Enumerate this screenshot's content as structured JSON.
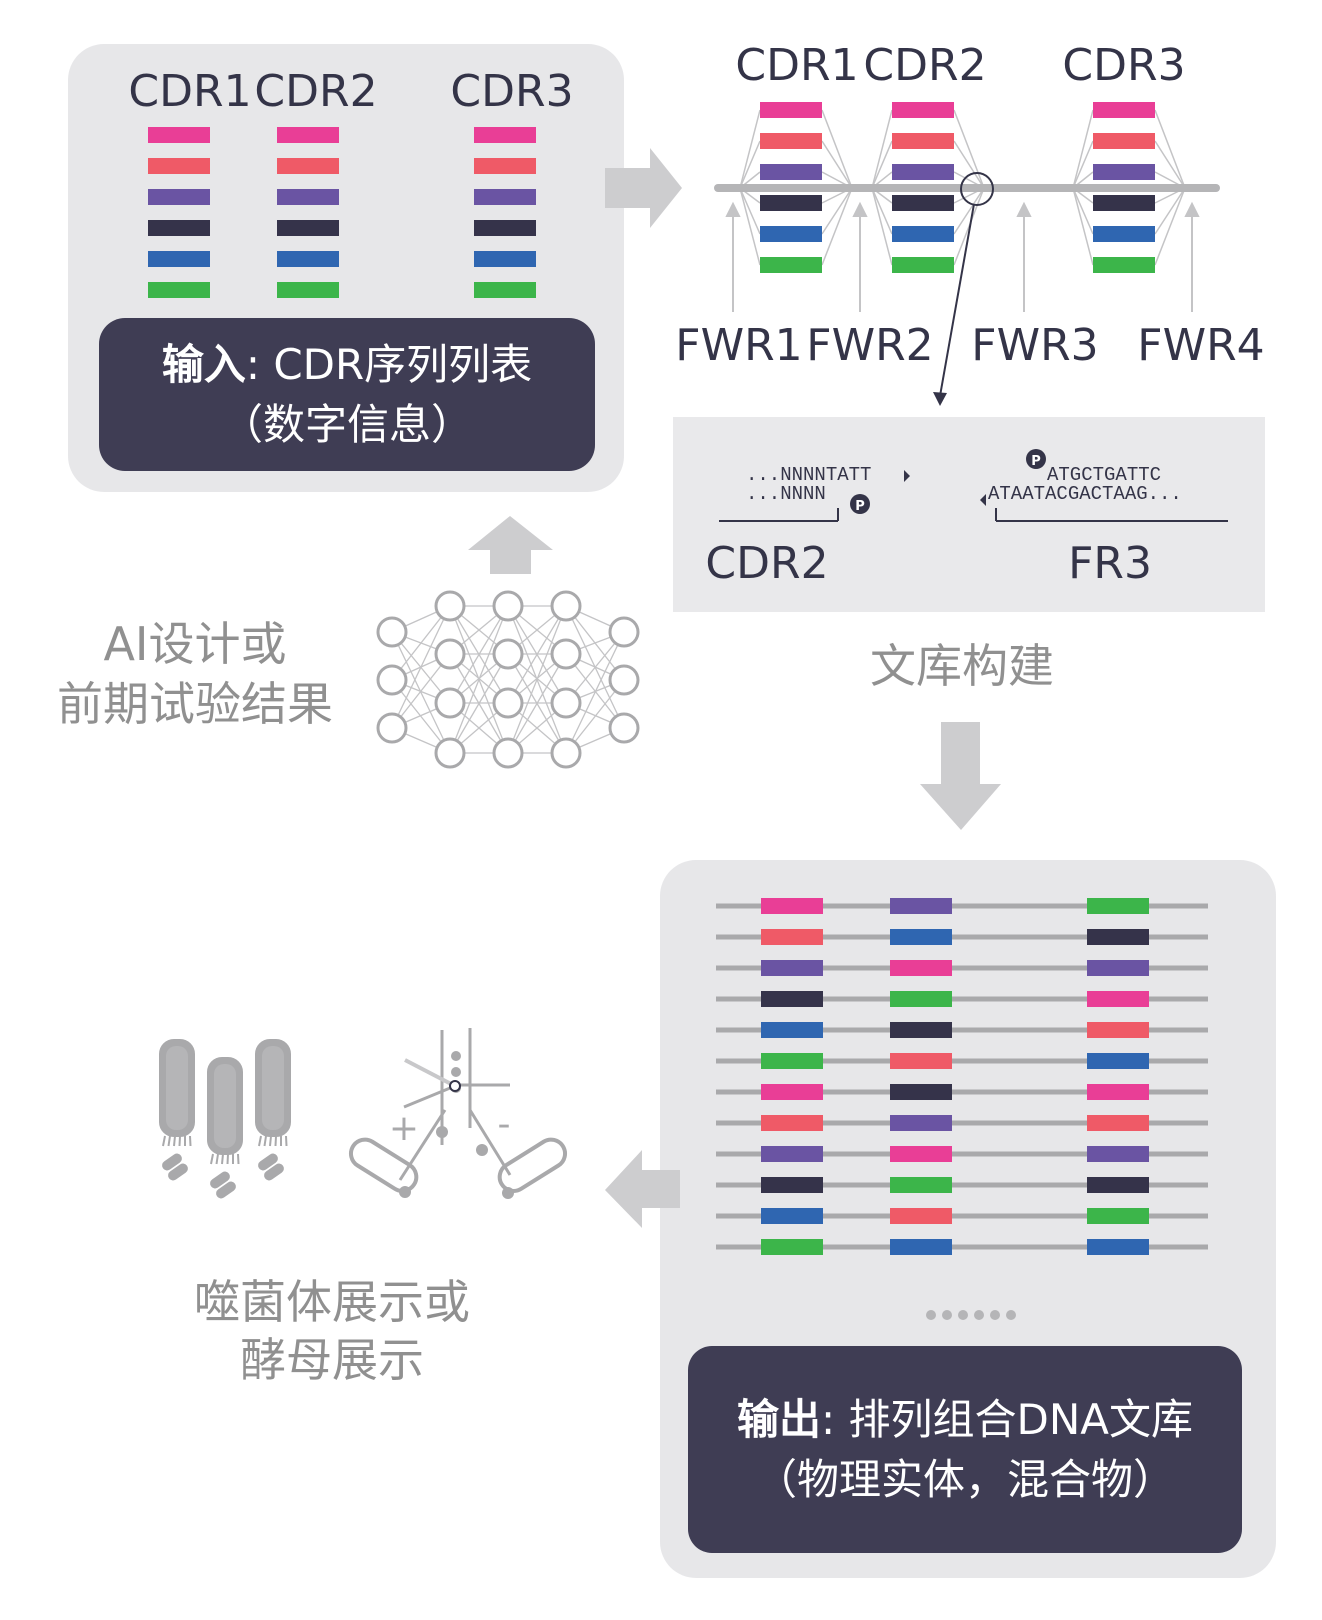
{
  "colors": {
    "magenta": "#e93e96",
    "coral": "#ef5a67",
    "purple": "#6a54a3",
    "navy": "#35334a",
    "blue": "#2f66b1",
    "green": "#3cb54a",
    "panel": "#e7e7e9",
    "dark_box": "#3f3d54",
    "gray_text": "#909090",
    "dark_text": "#343448"
  },
  "input_panel": {
    "cdr1": "CDR1",
    "cdr2": "CDR2",
    "cdr3": "CDR3",
    "title_bold": "输入",
    "title_rest": ": CDR序列列表",
    "subtitle": "（数字信息）"
  },
  "antibody_diagram": {
    "cdr1": "CDR1",
    "cdr2": "CDR2",
    "cdr3": "CDR3",
    "fwr1": "FWR1",
    "fwr2": "FWR2",
    "fwr3": "FWR3",
    "fwr4": "FWR4"
  },
  "library_detail": {
    "left_top": "...NNNNTATT",
    "left_bottom": "...NNNN",
    "right_top": "ATGCTGATTC",
    "right_bottom": "ATAATACGACTAAG...",
    "phosphate": "P",
    "left_label": "CDR2",
    "right_label": "FR3"
  },
  "library_construction_label": "文库构建",
  "ai_label": {
    "line1": "AI设计或",
    "line2": "前期试验结果"
  },
  "output_panel": {
    "rows": [
      [
        "magenta",
        "purple",
        "green"
      ],
      [
        "coral",
        "blue",
        "navy"
      ],
      [
        "purple",
        "magenta",
        "purple"
      ],
      [
        "navy",
        "green",
        "magenta"
      ],
      [
        "blue",
        "navy",
        "coral"
      ],
      [
        "green",
        "coral",
        "blue"
      ],
      [
        "magenta",
        "navy",
        "magenta"
      ],
      [
        "coral",
        "purple",
        "coral"
      ],
      [
        "purple",
        "magenta",
        "purple"
      ],
      [
        "navy",
        "green",
        "navy"
      ],
      [
        "blue",
        "coral",
        "green"
      ],
      [
        "green",
        "blue",
        "blue"
      ]
    ],
    "title_bold": "输出",
    "title_rest": ": 排列组合DNA文库",
    "subtitle": "（物理实体，混合物）"
  },
  "sorting_diagram": {
    "plus": "+",
    "minus": "-"
  },
  "display_label": {
    "line1": "噬菌体展示或",
    "line2": "酵母展示"
  }
}
